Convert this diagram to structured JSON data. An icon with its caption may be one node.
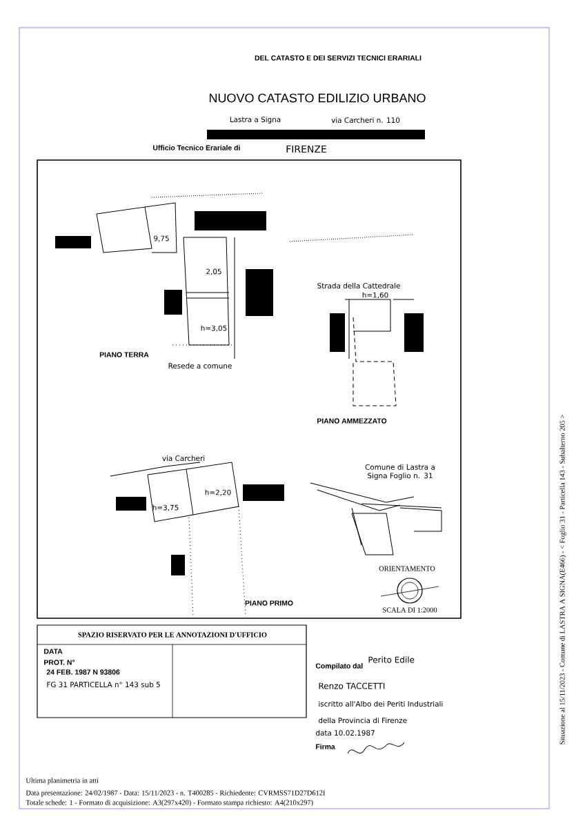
{
  "diagram": {
    "labels": [
      "DEL CATASTO E DEI SERVIZI TECNICI ERARIALI",
      "NUOVO CATASTO EDILIZIO URBANO",
      "Lastra a Signa",
      "via Carcheri n. 110",
      "Ufficio Tecnico Erariale di",
      "FIRENZE",
      "9,75",
      "2,05",
      "h=3,05",
      "PIANO TERRA",
      "Resede a comune",
      "Strada della Cattedrale",
      "h=1,60",
      "PIANO AMMEZZATO",
      "via Carcheri",
      "h=3,75",
      "h=2,20",
      "PIANO PRIMO",
      "Comune di Lastra a Signa Foglio n. 31",
      "ORIENTAMENTO",
      "SCALA DI 1:2000",
      "SPAZIO RISERVATO PER LE ANNOTAZIONI D'UFFICIO",
      "DATA",
      "PROT. N°",
      "24 FEB. 1987 N 93806",
      "FG 31 PARTICELLA n° 143 sub 5",
      "Compilato dal",
      "Perito Edile",
      "Renzo TACCETTI",
      "iscritto all'Albo dei Periti Industriali",
      "della Provincia di Firenze",
      "data 10.02.1987",
      "Firma",
      "Ultima planimetria in atti",
      "Data presentazione: 24/02/1987 - Data: 15/11/2023 - n. T400285 - Richiedente: CVRMSS71D27D612I",
      "Totale schede: 1 - Formato di acquisizione: A3(297x420) - Formato stampa richiesto: A4(210x297)",
      "Situazione al 15/11/2023 - Comune di LASTRA A SIGNA(E466) - < Foglio 31 - Particella 143 - Subalterno 205 >"
    ]
  }
}
